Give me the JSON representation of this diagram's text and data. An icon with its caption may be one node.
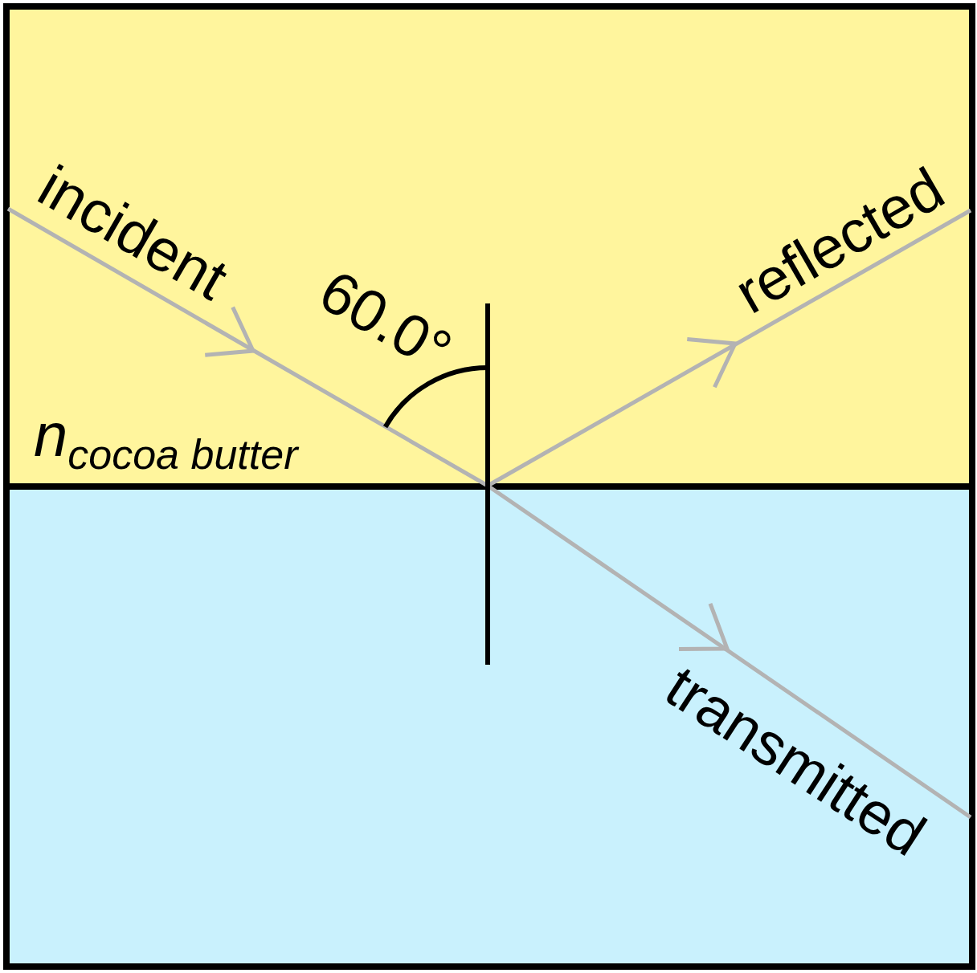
{
  "diagram": {
    "labels": [
      "incident",
      "60.0°",
      "reflected",
      "n$_{cocoa butter}$",
      "transmitted"
    ]
  }
}
